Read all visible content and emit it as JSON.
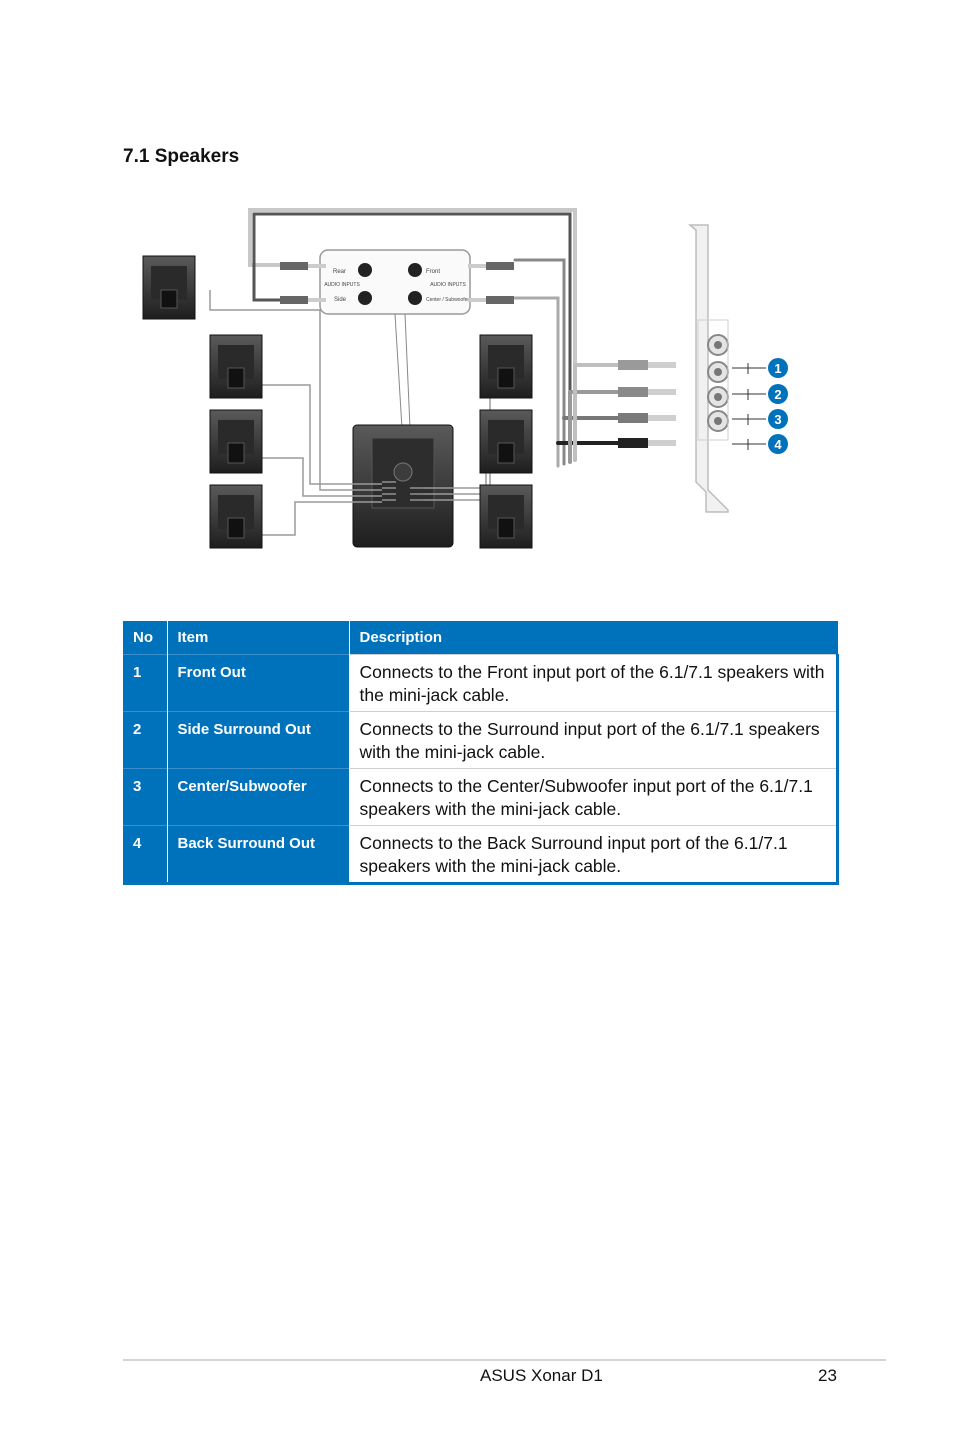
{
  "section": {
    "title": "7.1 Speakers"
  },
  "diagram": {
    "card_ports": [
      "1",
      "2",
      "3",
      "4"
    ],
    "amp_labels": {
      "rear": "Rear",
      "side": "Side",
      "front": "Front",
      "center_sub": "Center / Subwoofer",
      "audio_inputs": "AUDIO INPUTS"
    }
  },
  "table": {
    "headers": {
      "no": "No",
      "item": "Item",
      "description": "Description"
    },
    "rows": [
      {
        "no": "1",
        "item": "Front Out",
        "description": "Connects to the Front input port of the 6.1/7.1 speakers with the mini-jack cable."
      },
      {
        "no": "2",
        "item": "Side Surround Out",
        "description": "Connects to the Surround input port of the 6.1/7.1 speakers with the mini-jack cable."
      },
      {
        "no": "3",
        "item": "Center/Subwoofer",
        "description": "Connects to the Center/Subwoofer input port of the 6.1/7.1 speakers with the mini-jack cable."
      },
      {
        "no": "4",
        "item": "Back Surround Out",
        "description": "Connects to the Back Surround input port of the 6.1/7.1 speakers with the mini-jack cable."
      }
    ]
  },
  "footer": {
    "product": "ASUS Xonar D1",
    "page": "23"
  },
  "colors": {
    "accent": "#0072bc"
  }
}
